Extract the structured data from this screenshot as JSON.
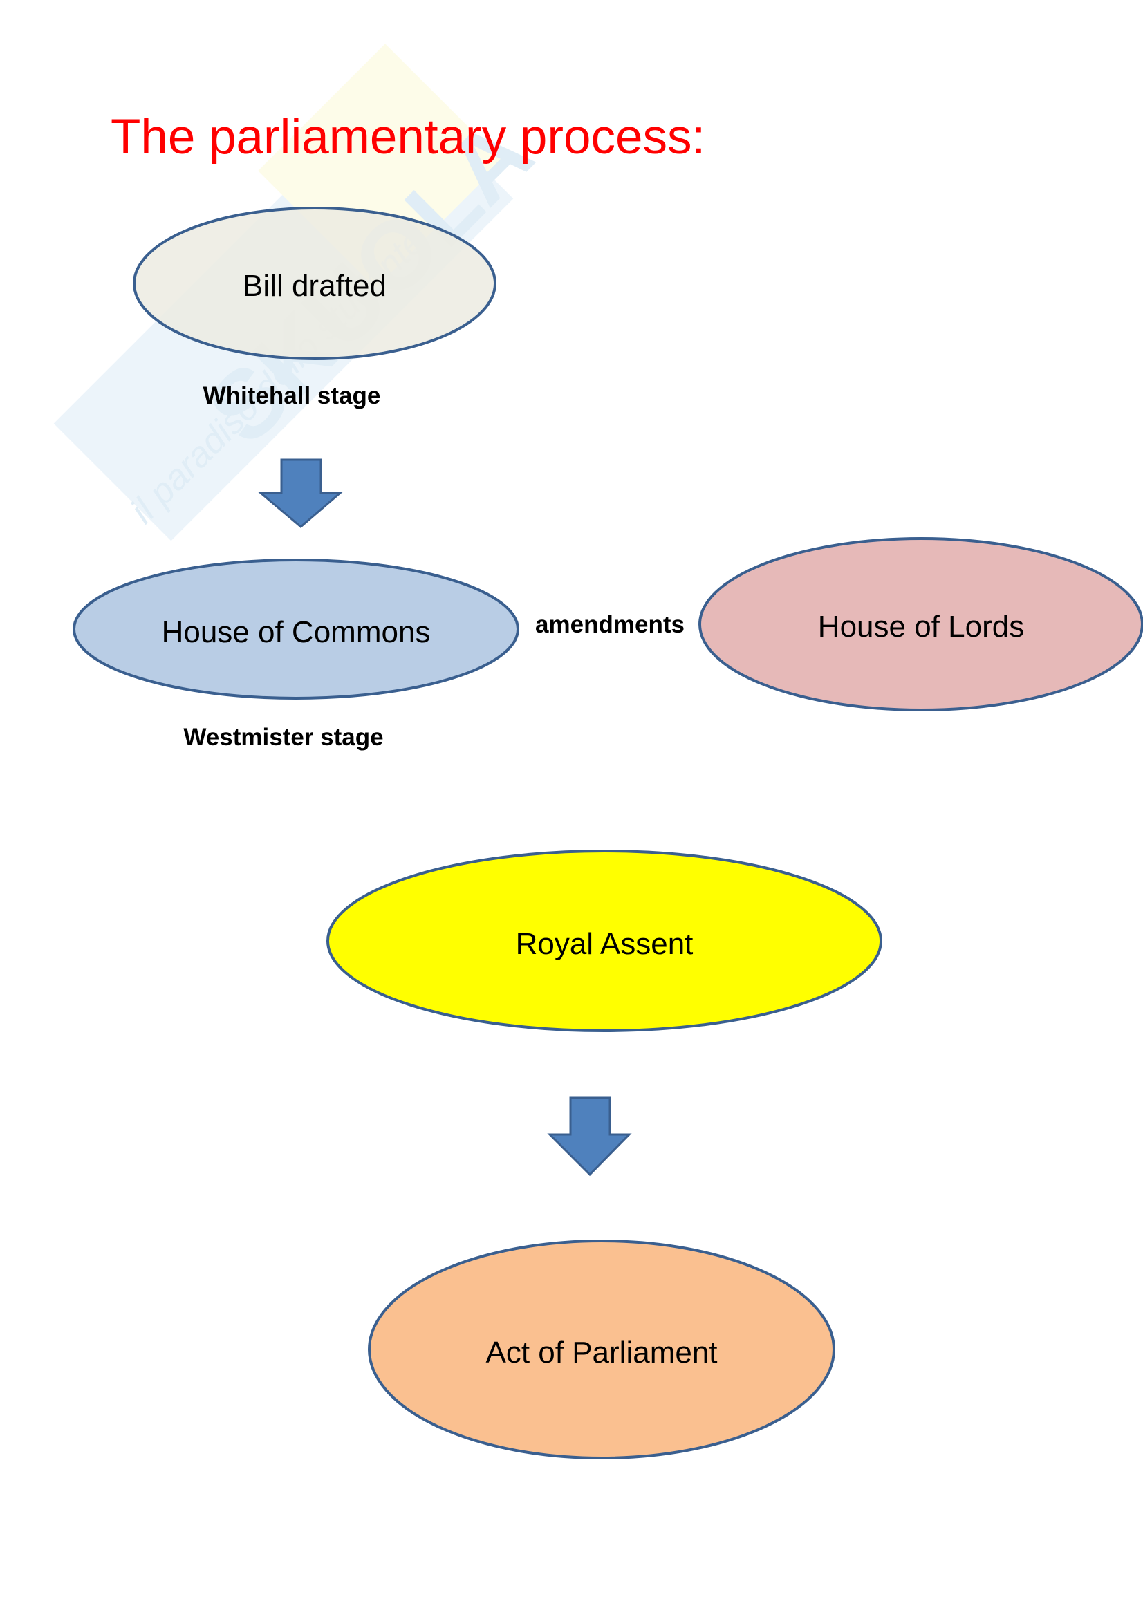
{
  "title": "The parliamentary process:",
  "watermark": {
    "brand": "Skuola.net",
    "tagline": "il paradiso dello studente"
  },
  "nodes": {
    "bill": "Bill  drafted",
    "commons": "House of Commons",
    "lords": "House of Lords",
    "royal": "Royal Assent",
    "act": "Act of Parliament"
  },
  "labels": {
    "whitehall": "Whitehall stage",
    "amendments": "amendments",
    "westminster": "Westmister stage"
  },
  "colors": {
    "title": "#ff0000",
    "stroke": "#3a5f8f",
    "bill": "#ecebe2",
    "commons": "#b9cde5",
    "lords": "#e6b9b8",
    "royal": "#ffff00",
    "act": "#fac090",
    "arrow": "#4f81bd"
  }
}
